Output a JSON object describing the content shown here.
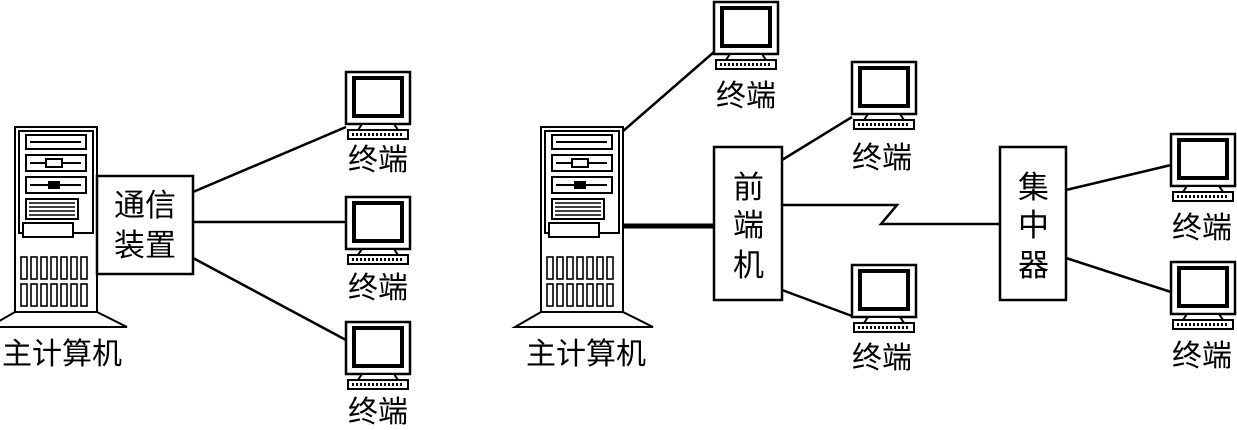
{
  "left_diagram": {
    "host_label": "主计算机",
    "device_label_line1": "通信",
    "device_label_line2": "装置",
    "terminals": [
      "终端",
      "终端",
      "终端"
    ]
  },
  "right_diagram": {
    "host_label": "主计算机",
    "front_end": [
      "前",
      "端",
      "机"
    ],
    "concentrator": [
      "集",
      "中",
      "器"
    ],
    "terminals": {
      "top": "终端",
      "front_upper": "终端",
      "front_lower": "终端",
      "conc_upper": "终端",
      "conc_lower": "终端"
    }
  },
  "colors": {
    "stroke": "#000000",
    "background": "#ffffff"
  }
}
